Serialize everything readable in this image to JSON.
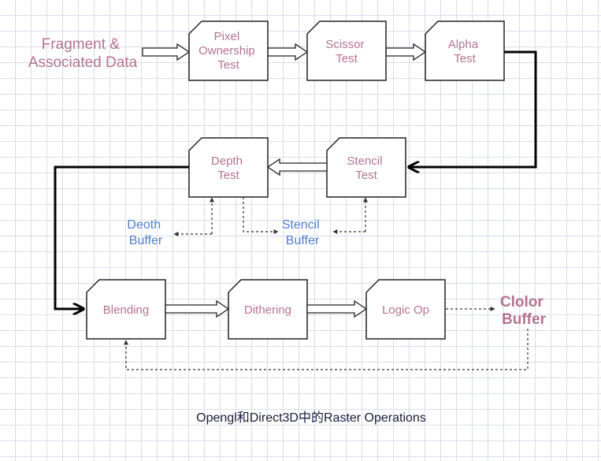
{
  "diagram": {
    "input_label": [
      "Fragment &",
      "Associated Data"
    ],
    "nodes": {
      "pixel_ownership": [
        "Pixel",
        "Ownership",
        "Test"
      ],
      "scissor": [
        "Scissor",
        "Test"
      ],
      "alpha": [
        "Alpha",
        "Test"
      ],
      "stencil": [
        "Stencil",
        "Test"
      ],
      "depth": [
        "Depth",
        "Test"
      ],
      "blending": [
        "Blending"
      ],
      "dithering": [
        "Dithering"
      ],
      "logic_op": [
        "Logic Op"
      ]
    },
    "buffers": {
      "depth": [
        "Deoth",
        "Buffer"
      ],
      "stencil": [
        "Stencil",
        "Buffer"
      ],
      "color": [
        "Clolor",
        "Buffer"
      ]
    },
    "caption": "Opengl和Direct3D中的Raster Operations"
  },
  "colors": {
    "node_text": "#b5728f",
    "buffer_text": "#4f7fc8",
    "caption_text": "#1a1a3a",
    "grid": "#d8dde6"
  }
}
